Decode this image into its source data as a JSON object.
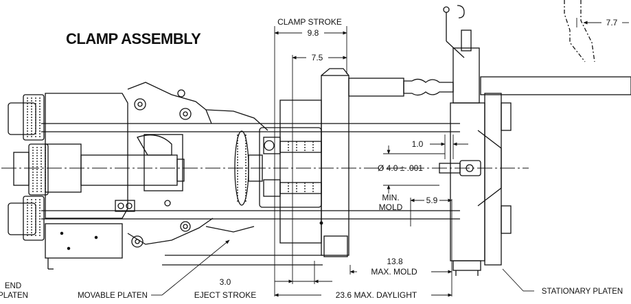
{
  "title": "CLAMP ASSEMBLY",
  "dimensions": {
    "clamp_stroke_label": "CLAMP STROKE",
    "clamp_stroke_value": "9.8",
    "inner_stroke_value": "7.5",
    "top_right_value": "7.7",
    "offset_value": "1.0",
    "diameter_value": "Ø 4.0 ± .001",
    "min_mold_line1": "MIN.",
    "min_mold_line2": "MOLD",
    "min_mold_value": "5.9",
    "max_mold_value": "13.8",
    "max_mold_label": "MAX. MOLD",
    "eject_value": "3.0",
    "eject_label": "EJECT STROKE",
    "daylight_label": "23.6 MAX. DAYLIGHT"
  },
  "labels": {
    "end_platen_line1": "END",
    "end_platen_line2": "PLATEN",
    "movable_platen": "MOVABLE PLATEN",
    "stationary_platen": "STATIONARY PLATEN"
  },
  "colors": {
    "ink": "#111111",
    "paper": "#ffffff"
  }
}
